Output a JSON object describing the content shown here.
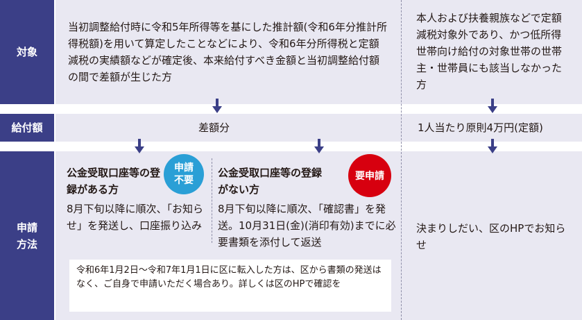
{
  "labels": {
    "target": "対象",
    "amount": "給付額",
    "method_line1": "申請",
    "method_line2": "方法"
  },
  "target": {
    "left": "当初調整給付時に令和5年所得等を基にした推計額(令和6年分推計所得税額)を用いて算定したことなどにより、令和6年分所得税と定額減税の実績額などが確定後、本来給付すべき金額と当初調整給付額の間で差額が生じた方",
    "right": "本人および扶養親族などで定額減税対象外であり、かつ低所得世帯向け給付の対象世帯の世帯主・世帯員にも該当しなかった方"
  },
  "amount": {
    "left": "差額分",
    "right": "1人当たり原則4万円(定額)"
  },
  "method": {
    "registered": {
      "heading": "公金受取口座等の登録がある方",
      "badge_line1": "申請",
      "badge_line2": "不要",
      "body": "8月下旬以降に順次、「お知らせ」を発送し、口座振り込み"
    },
    "unregistered": {
      "heading": "公金受取口座等の登録がない方",
      "badge": "要申請",
      "body": "8月下旬以降に順次、「確認書」を発送。10月31日(金)(消印有効)までに必要書類を添付して返送"
    },
    "note": "令和6年1月2日〜令和7年1月1日に区に転入した方は、区から書類の発送はなく、ご自身で申請いただく場合あり。詳しくは区のHPで確認を",
    "right": "決まりしだい、区のHPでお知らせ"
  },
  "colors": {
    "label_bg": "#3b3f87",
    "panel_bg": "#e9e8f2",
    "badge_blue": "#2a9fd6",
    "badge_red": "#d7000f"
  }
}
